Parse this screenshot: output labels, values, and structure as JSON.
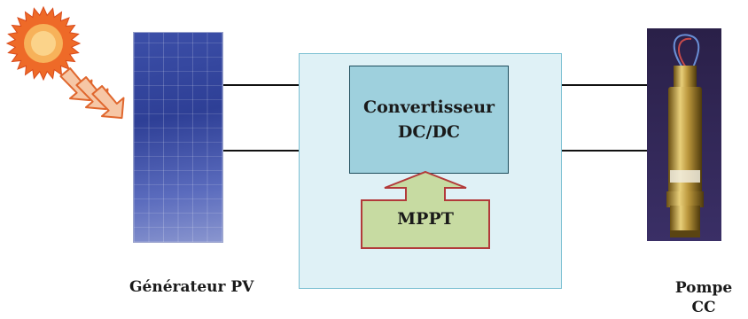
{
  "converter": {
    "line1": "Convertisseur",
    "line2": "DC/DC"
  },
  "mppt": {
    "label": "MPPT"
  },
  "generator": {
    "label": "Générateur PV"
  },
  "pump": {
    "line1": "Pompe",
    "line2": "CC"
  },
  "colors": {
    "sun": "#ee6a28",
    "sun_core": "#f7b25a",
    "panel": "#3c4fa8",
    "controller_bg": "#dff1f6",
    "converter_bg": "#9ed0dd",
    "mppt_fill": "#c7dba2",
    "mppt_border": "#b23a3a",
    "wire": "#111111"
  },
  "icons": [
    "sun-icon",
    "sunlight-arrows-icon",
    "solar-panel-icon",
    "dc-pump-icon"
  ]
}
